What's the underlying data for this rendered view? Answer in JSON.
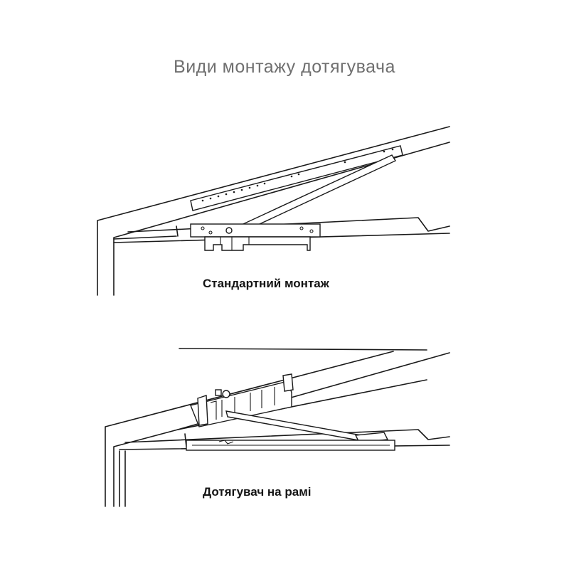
{
  "page": {
    "title": "Види монтажу дотягувача"
  },
  "diagrams": [
    {
      "id": "standard",
      "caption": "Стандартний монтаж"
    },
    {
      "id": "frame",
      "caption": "Дотягувач на рамі"
    }
  ]
}
